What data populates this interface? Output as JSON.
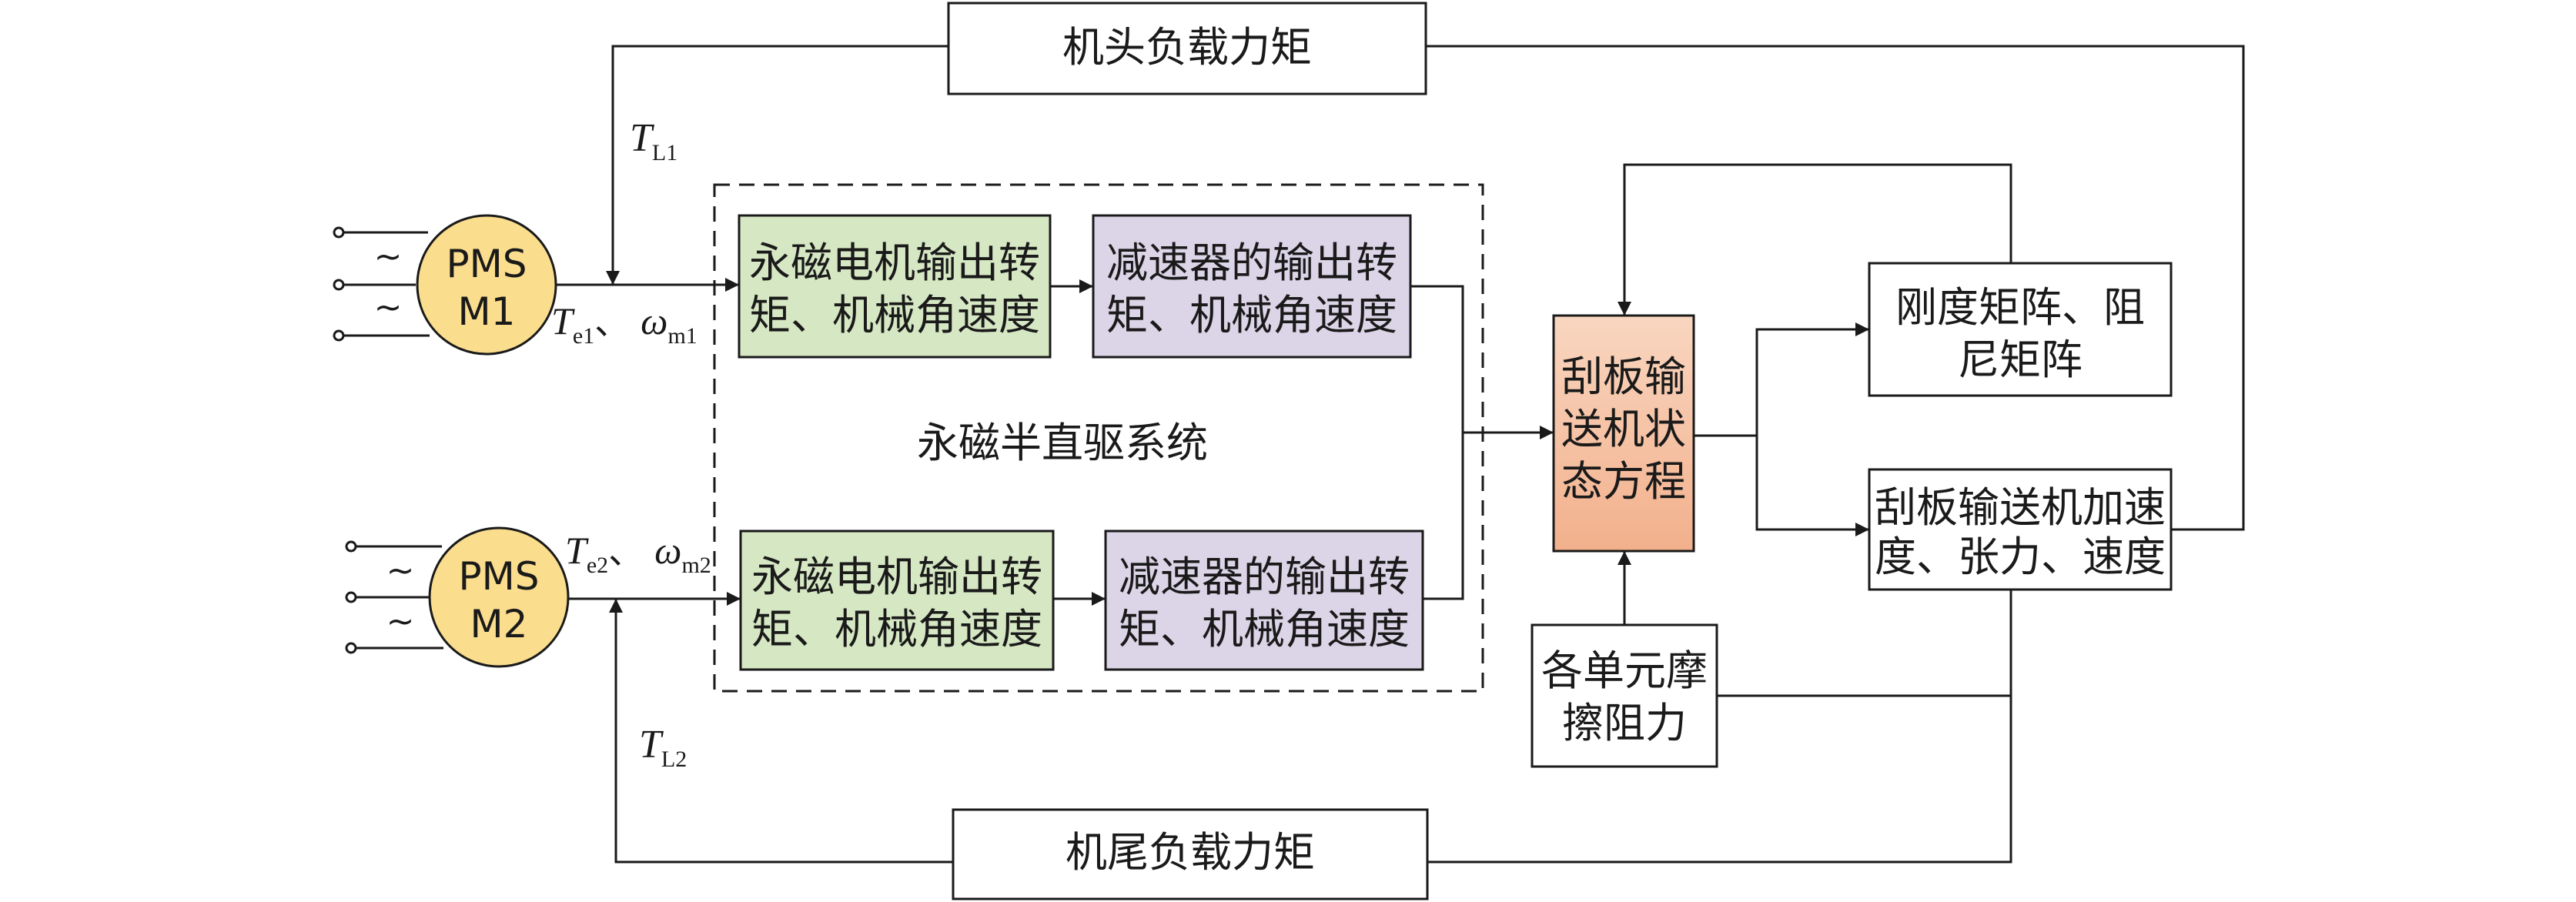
{
  "colors": {
    "motor_fill": "#FBDD8E",
    "green_fill": "#D6E7C3",
    "purple_fill": "#DCD4E7",
    "orange_fill": "#F6C3A6",
    "line": "#1a1a1a"
  },
  "top_load": "机头负载力矩",
  "bottom_load": "机尾负载力矩",
  "motor1": {
    "line1": "PMS",
    "line2": "M1"
  },
  "motor2": {
    "line1": "PMS",
    "line2": "M2"
  },
  "ac_symbol": "~",
  "tl1": {
    "sym": "T",
    "sub": "L1"
  },
  "tl2": {
    "sym": "T",
    "sub": "L2"
  },
  "sig1": {
    "t_sym": "T",
    "t_sub": "e1",
    "sep": "、",
    "w_sym": "ω",
    "w_sub": "m1"
  },
  "sig2": {
    "t_sym": "T",
    "t_sub": "e2",
    "sep": "、",
    "w_sym": "ω",
    "w_sub": "m2"
  },
  "system_label": "永磁半直驱系统",
  "motor_out_1": {
    "line1": "永磁电机输出转",
    "line2": "矩、机械角速度"
  },
  "reducer_out_1": {
    "line1": "减速器的输出转",
    "line2": "矩、机械角速度"
  },
  "motor_out_2": {
    "line1": "永磁电机输出转",
    "line2": "矩、机械角速度"
  },
  "reducer_out_2": {
    "line1": "减速器的输出转",
    "line2": "矩、机械角速度"
  },
  "state_eq": {
    "line1": "刮板输",
    "line2": "送机状",
    "line3": "态方程"
  },
  "stiffness": {
    "line1": "刚度矩阵、阻",
    "line2": "尼矩阵"
  },
  "accel": {
    "line1": "刮板输送机加速",
    "line2": "度、张力、速度"
  },
  "friction": {
    "line1": "各单元摩",
    "line2": "擦阻力"
  }
}
